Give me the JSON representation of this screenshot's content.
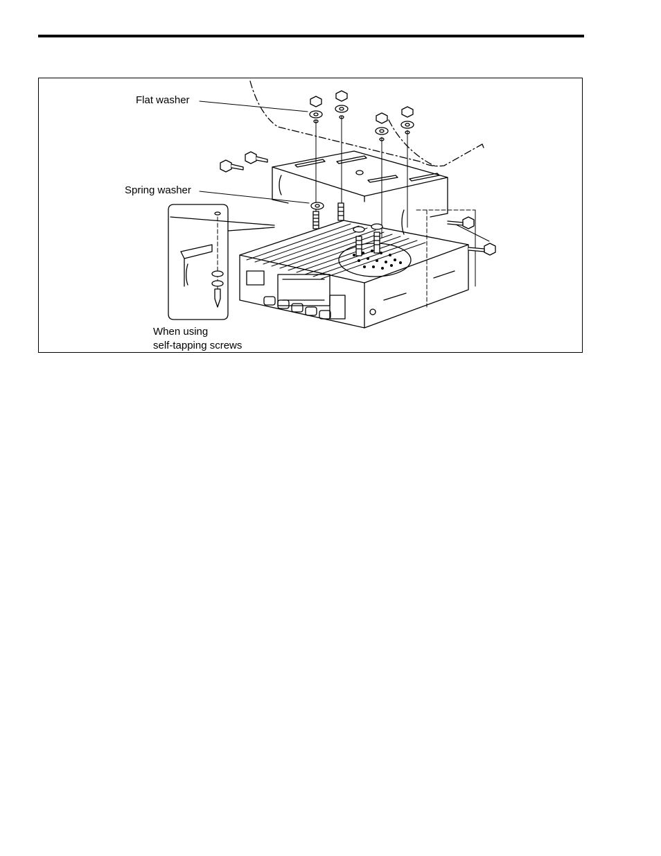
{
  "figure": {
    "labels": {
      "flat_washer": "Flat washer",
      "spring_washer": "Spring washer",
      "self_tapping_line1": "When using",
      "self_tapping_line2": "self-tapping screws"
    }
  }
}
